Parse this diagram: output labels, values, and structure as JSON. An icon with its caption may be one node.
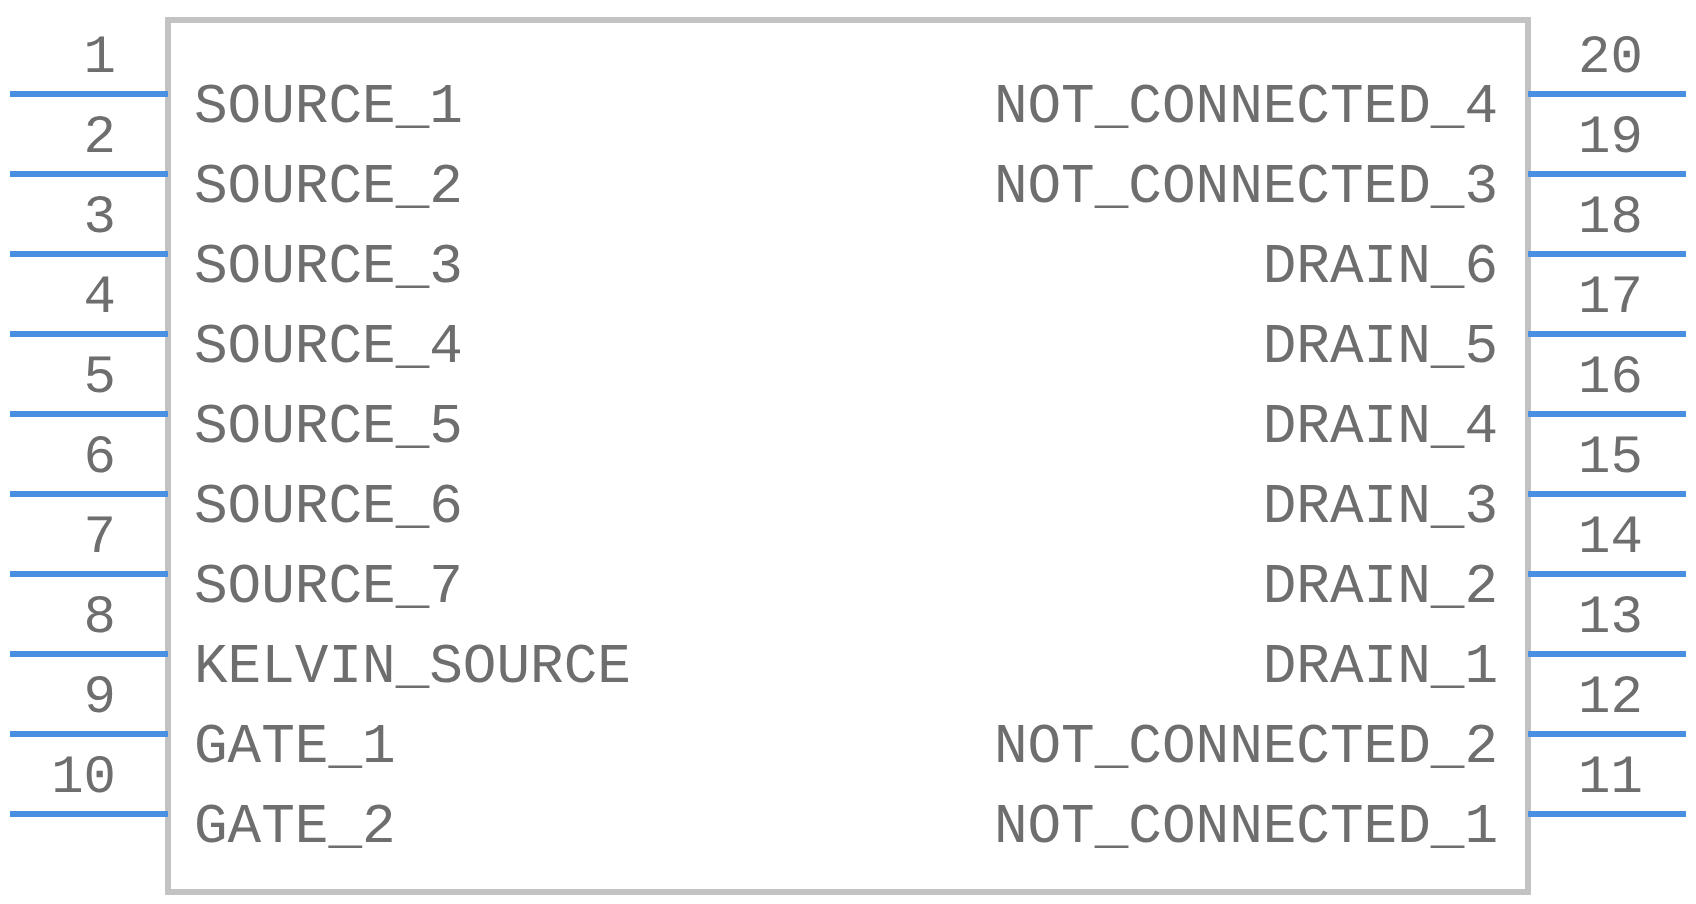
{
  "diagram": {
    "labels": [
      "1",
      "SOURCE_1",
      "NOT_CONNECTED_4",
      "20",
      "2",
      "SOURCE_2",
      "NOT_CONNECTED_3",
      "19",
      "3",
      "SOURCE_3",
      "DRAIN_6",
      "18",
      "4",
      "SOURCE_4",
      "DRAIN_5",
      "17",
      "5",
      "SOURCE_5",
      "DRAIN_4",
      "16",
      "6",
      "SOURCE_6",
      "DRAIN_3",
      "15",
      "7",
      "SOURCE_7",
      "DRAIN_2",
      "14",
      "8",
      "KELVIN_SOURCE",
      "DRAIN_1",
      "13",
      "9",
      "GATE_1",
      "NOT_CONNECTED_2",
      "12",
      "10",
      "GATE_2",
      "NOT_CONNECTED_1",
      "11"
    ]
  }
}
